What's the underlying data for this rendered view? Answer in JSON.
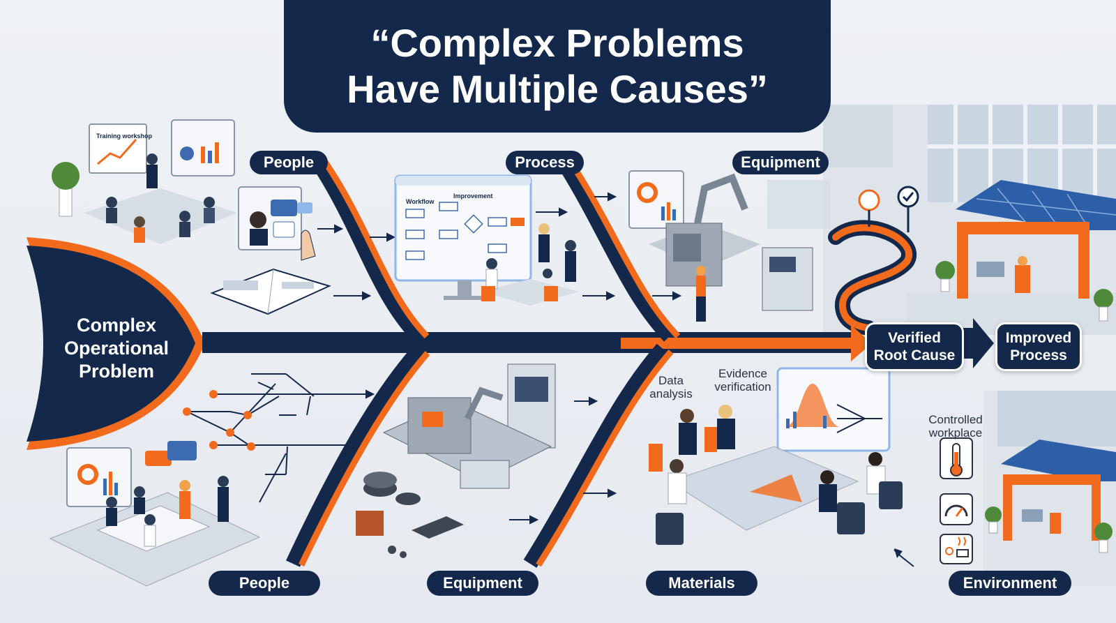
{
  "title": {
    "line1": "“Complex Problems",
    "line2": "Have Multiple Causes”"
  },
  "head": {
    "line1": "Complex",
    "line2": "Operational",
    "line3": "Problem"
  },
  "categories": {
    "top": [
      "People",
      "Process",
      "Equipment"
    ],
    "bottom": [
      "People",
      "Equipment",
      "Materials",
      "Environment"
    ]
  },
  "outcomes": {
    "verified_line1": "Verified",
    "verified_line2": "Root Cause",
    "improved_line1": "Improved",
    "improved_line2": "Process"
  },
  "annotations": {
    "data_line1": "Data",
    "data_line2": "analysis",
    "evidence_line1": "Evidence",
    "evidence_line2": "verification",
    "controlled_line1": "Controlled",
    "controlled_line2": "workplace",
    "training": "Training workshop",
    "flow": "Improvement",
    "flow_side": "Workflow"
  },
  "colors": {
    "navy": "#13284a",
    "orange": "#f26a1b",
    "background": "#eef1f5"
  }
}
